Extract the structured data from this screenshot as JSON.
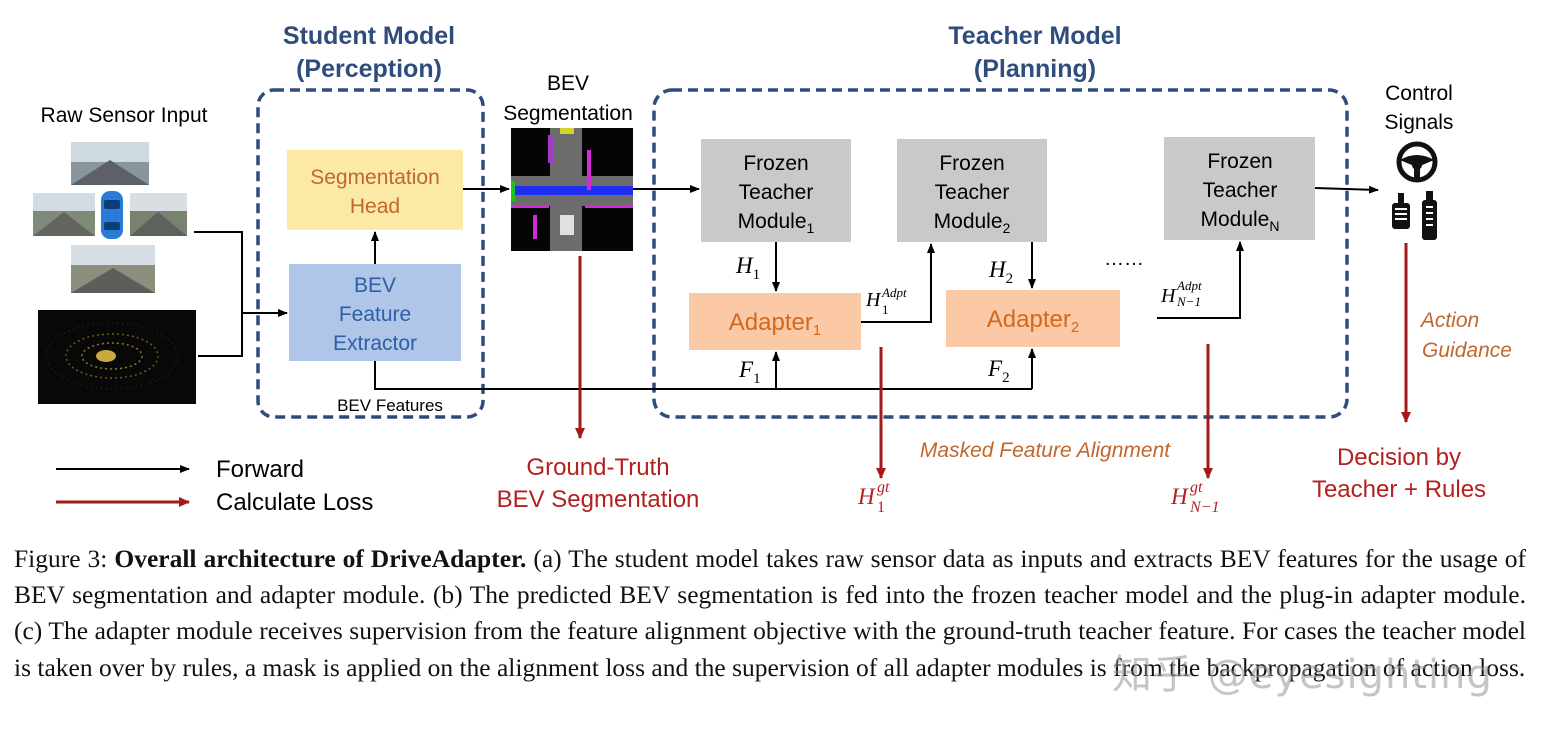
{
  "figure": {
    "student_title": [
      "Student Model",
      "(Perception)"
    ],
    "teacher_title": [
      "Teacher Model",
      "(Planning)"
    ],
    "raw_sensor_label": "Raw Sensor Input",
    "bev_seg_label": [
      "BEV",
      "Segmentation"
    ],
    "control_label": [
      "Control",
      "Signals"
    ],
    "seg_head": [
      "Segmentation",
      "Head"
    ],
    "bev_extractor": [
      "BEV",
      "Feature",
      "Extractor"
    ],
    "bev_features_label": "BEV Features",
    "frozen_teacher": [
      "Frozen",
      "Teacher"
    ],
    "module_word": "Module",
    "module_subs": [
      "1",
      "2",
      "N"
    ],
    "adapter_word": "Adapter",
    "adapter_subs": [
      "1",
      "2"
    ],
    "h_symbol": "H",
    "f_symbol": "F",
    "sub_1": "1",
    "sub_2": "2",
    "sub_n1": "N−1",
    "sup_adpt": "Adpt",
    "sup_gt": "gt",
    "ellipsis": "……",
    "action_guidance": [
      "Action",
      "Guidance"
    ],
    "masked_alignment": "Masked Feature Alignment",
    "gt_bev": [
      "Ground-Truth",
      "BEV Segmentation"
    ],
    "decision": [
      "Decision by",
      "Teacher + Rules"
    ],
    "legend_forward": "Forward",
    "legend_loss": "Calculate Loss",
    "colors": {
      "frame": "#2f4d7c",
      "title": "#2f4d7c",
      "seg_head_fill": "#fde9a6",
      "extractor_fill": "#afc6e9",
      "frozen_fill": "#c9c9c9",
      "adapter_fill": "#fbc9a5",
      "adapter_text": "#d2691e",
      "loss_arrow": "#a21a1a",
      "loss_text": "#b32020",
      "orange_text": "#c0672e"
    }
  },
  "caption": {
    "label": "Figure 3:",
    "title": "Overall architecture of DriveAdapter.",
    "text": "(a) The student model takes raw sensor data as inputs and extracts BEV features for the usage of BEV segmentation and adapter module. (b) The predicted BEV segmentation is fed into the frozen teacher model and the plug-in adapter module.  (c) The adapter module receives supervision from the feature alignment objective with the ground-truth teacher feature. For cases the teacher model is taken over by rules, a mask is applied on the alignment loss and the supervision of all adapter modules is from the backpropagation of action loss."
  },
  "watermark": "知乎 @eyesighting"
}
